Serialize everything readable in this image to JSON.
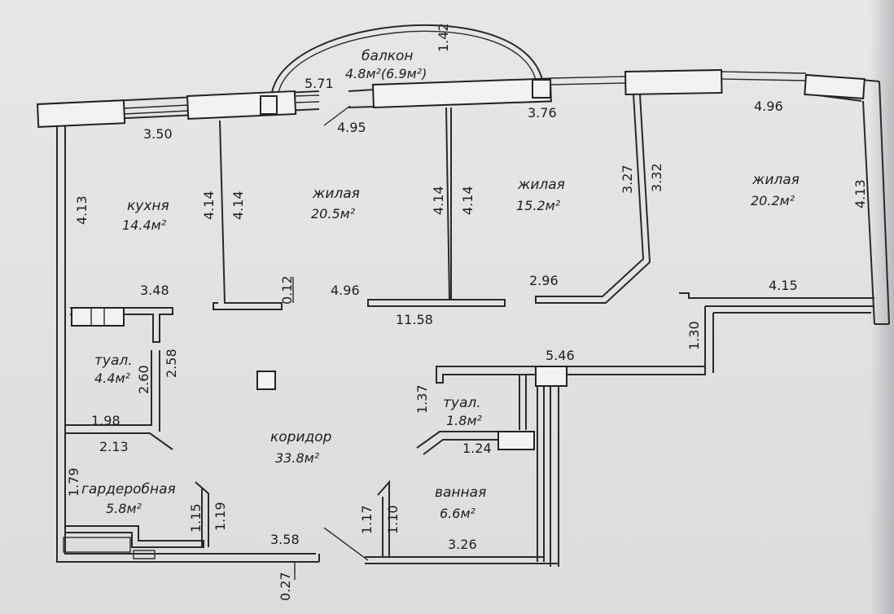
{
  "rooms": {
    "balcony": {
      "name": "балкон",
      "area": "4.8м²(6.9м²)"
    },
    "kitchen": {
      "name": "кухня",
      "area": "14.4м²"
    },
    "living1": {
      "name": "жилая",
      "area": "20.5м²"
    },
    "living2": {
      "name": "жилая",
      "area": "15.2м²"
    },
    "living3": {
      "name": "жилая",
      "area": "20.2м²"
    },
    "toilet1": {
      "name": "туал.",
      "area": "4.4м²"
    },
    "toilet2": {
      "name": "туал.",
      "area": "1.8м²"
    },
    "corridor": {
      "name": "коридор",
      "area": "33.8м²"
    },
    "wardrobe": {
      "name": "гардеробная",
      "area": "5.8м²"
    },
    "bathroom": {
      "name": "ванная",
      "area": "6.6м²"
    }
  },
  "dims": {
    "d_142": "1.42",
    "d_571": "5.71",
    "d_495": "4.95",
    "d_376": "3.76",
    "d_496_top": "4.96",
    "d_350": "3.50",
    "d_413_left": "4.13",
    "d_414_a": "4.14",
    "d_414_b": "4.14",
    "d_414_c": "4.14",
    "d_414_d": "4.14",
    "d_327": "3.27",
    "d_332": "3.32",
    "d_413_right": "4.13",
    "d_012": "0.12",
    "d_496_mid": "4.96",
    "d_1158": "11.58",
    "d_296": "2.96",
    "d_415": "4.15",
    "d_348": "3.48",
    "d_130": "1.30",
    "d_258": "2.58",
    "d_260": "2.60",
    "d_546": "5.46",
    "d_137": "1.37",
    "d_198": "1.98",
    "d_213": "2.13",
    "d_124": "1.24",
    "d_179": "1.79",
    "d_115": "1.15",
    "d_119": "1.19",
    "d_117": "1.17",
    "d_110": "1.10",
    "d_358": "3.58",
    "d_326": "3.26",
    "d_027": "0.27"
  }
}
